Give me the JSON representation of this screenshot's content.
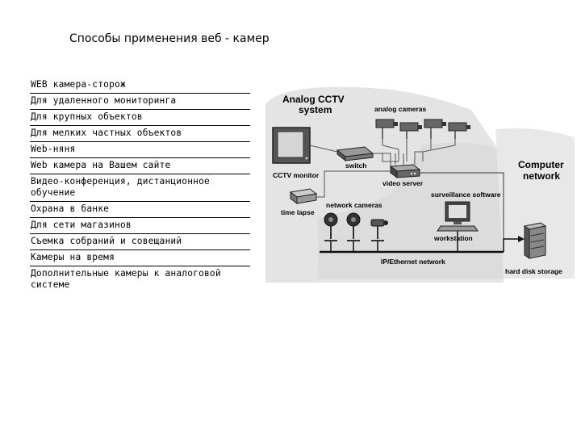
{
  "page": {
    "title": "Способы применения веб - камер"
  },
  "uses": [
    "WEB камера-сторож",
    "Для удаленного мониторинга",
    "Для крупных объектов",
    "Для мелких частных объектов",
    "Web-няня",
    "Web камера на Вашем сайте",
    "Видео-конференция, дистанционное обучение",
    "Охрана в банке",
    "Для сети магазинов",
    "Съемка собраний и совещаний",
    "Камеры на время",
    "Дополнительные камеры к аналоговой системе"
  ],
  "diagram": {
    "analog_system": [
      "Analog CCTV",
      "system"
    ],
    "analog_cameras": "analog cameras",
    "switch": "switch",
    "cctv_monitor": "CCTV monitor",
    "video_server": "video server",
    "time_lapse": "time lapse",
    "network_cameras": "network cameras",
    "surveillance_software": "surveillance software",
    "workstation": "workstation",
    "computer_network": [
      "Computer",
      "network"
    ],
    "ip_network": "IP/Ethernet network",
    "hard_disk_storage": "hard disk storage"
  }
}
